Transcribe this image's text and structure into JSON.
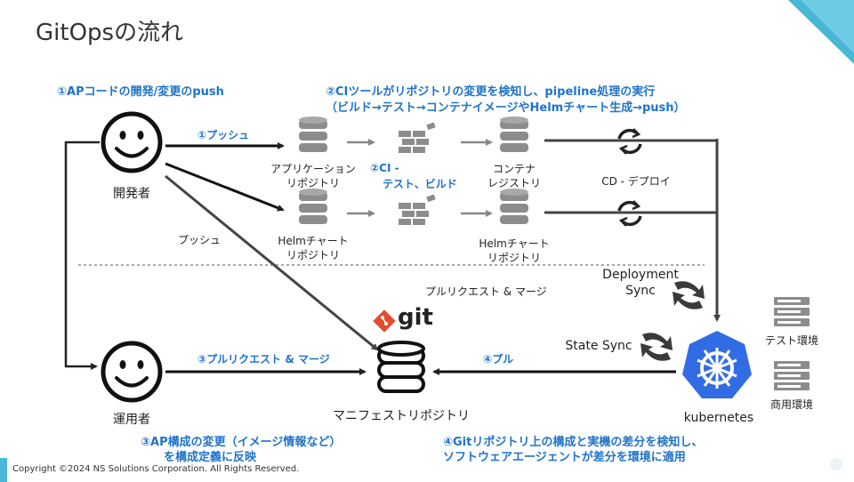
{
  "slide": {
    "title": "GitOpsの流れ",
    "footer": "Copyright ©2024 NS Solutions Corporation. All Rights Reserved."
  },
  "annotations": {
    "step1": "①APコードの開発/変更のpush",
    "step2_line1": "②CIツールがリポジトリの変更を検知し、pipeline処理の実行",
    "step2_line2": "（ビルド→テスト→コンテナイメージやHelmチャート生成→push）",
    "step3_line1": "③AP構成の変更（イメージ情報など）",
    "step3_line2": "を構成定義に反映",
    "step4_line1": "④Gitリポジトリ上の構成と実機の差分を検知し、",
    "step4_line2": "ソフトウェアエージェントが差分を環境に適用"
  },
  "actors": {
    "developer": "開発者",
    "operator": "運用者"
  },
  "nodes": {
    "app_repo_line1": "アプリケーション",
    "app_repo_line2": "リポジトリ",
    "helm_repo_line1": "Helmチャート",
    "helm_repo_line2": "リポジトリ",
    "ci_line1": "②CI -",
    "ci_line2": "テスト、ビルド",
    "container_reg_line1": "コンテナ",
    "container_reg_line2": "レジストリ",
    "helm_reg_line1": "Helmチャート",
    "helm_reg_line2": "リポジトリ",
    "cd": "CD - デプロイ",
    "manifest_repo": "マニフェストリポジトリ",
    "git_logo": "git",
    "kubernetes": "kubernetes",
    "test_env": "テスト環境",
    "prod_env": "商用環境"
  },
  "edges": {
    "push1": "①プッシュ",
    "push": "プッシュ",
    "pr_merge": "プルリクエスト & マージ",
    "pr_merge3": "③プルリクエスト & マージ",
    "pull4": "④プル",
    "deployment_sync_line1": "Deployment",
    "deployment_sync_line2": "Sync",
    "state_sync": "State Sync"
  },
  "colors": {
    "accent_blue": "#1f73c9",
    "corner_teal": "#4ab7d6",
    "k8s_blue": "#326ce5",
    "icon_gray": "#8c8c8c"
  }
}
